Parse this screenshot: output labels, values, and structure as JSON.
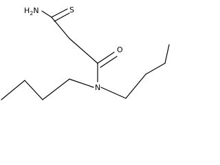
{
  "molecule": {
    "atoms": {
      "amine": {
        "main": "H",
        "subscript": "2",
        "tail": "N"
      },
      "thione": "S",
      "carbonyl_oxygen": "O",
      "amide_nitrogen": "N"
    }
  }
}
